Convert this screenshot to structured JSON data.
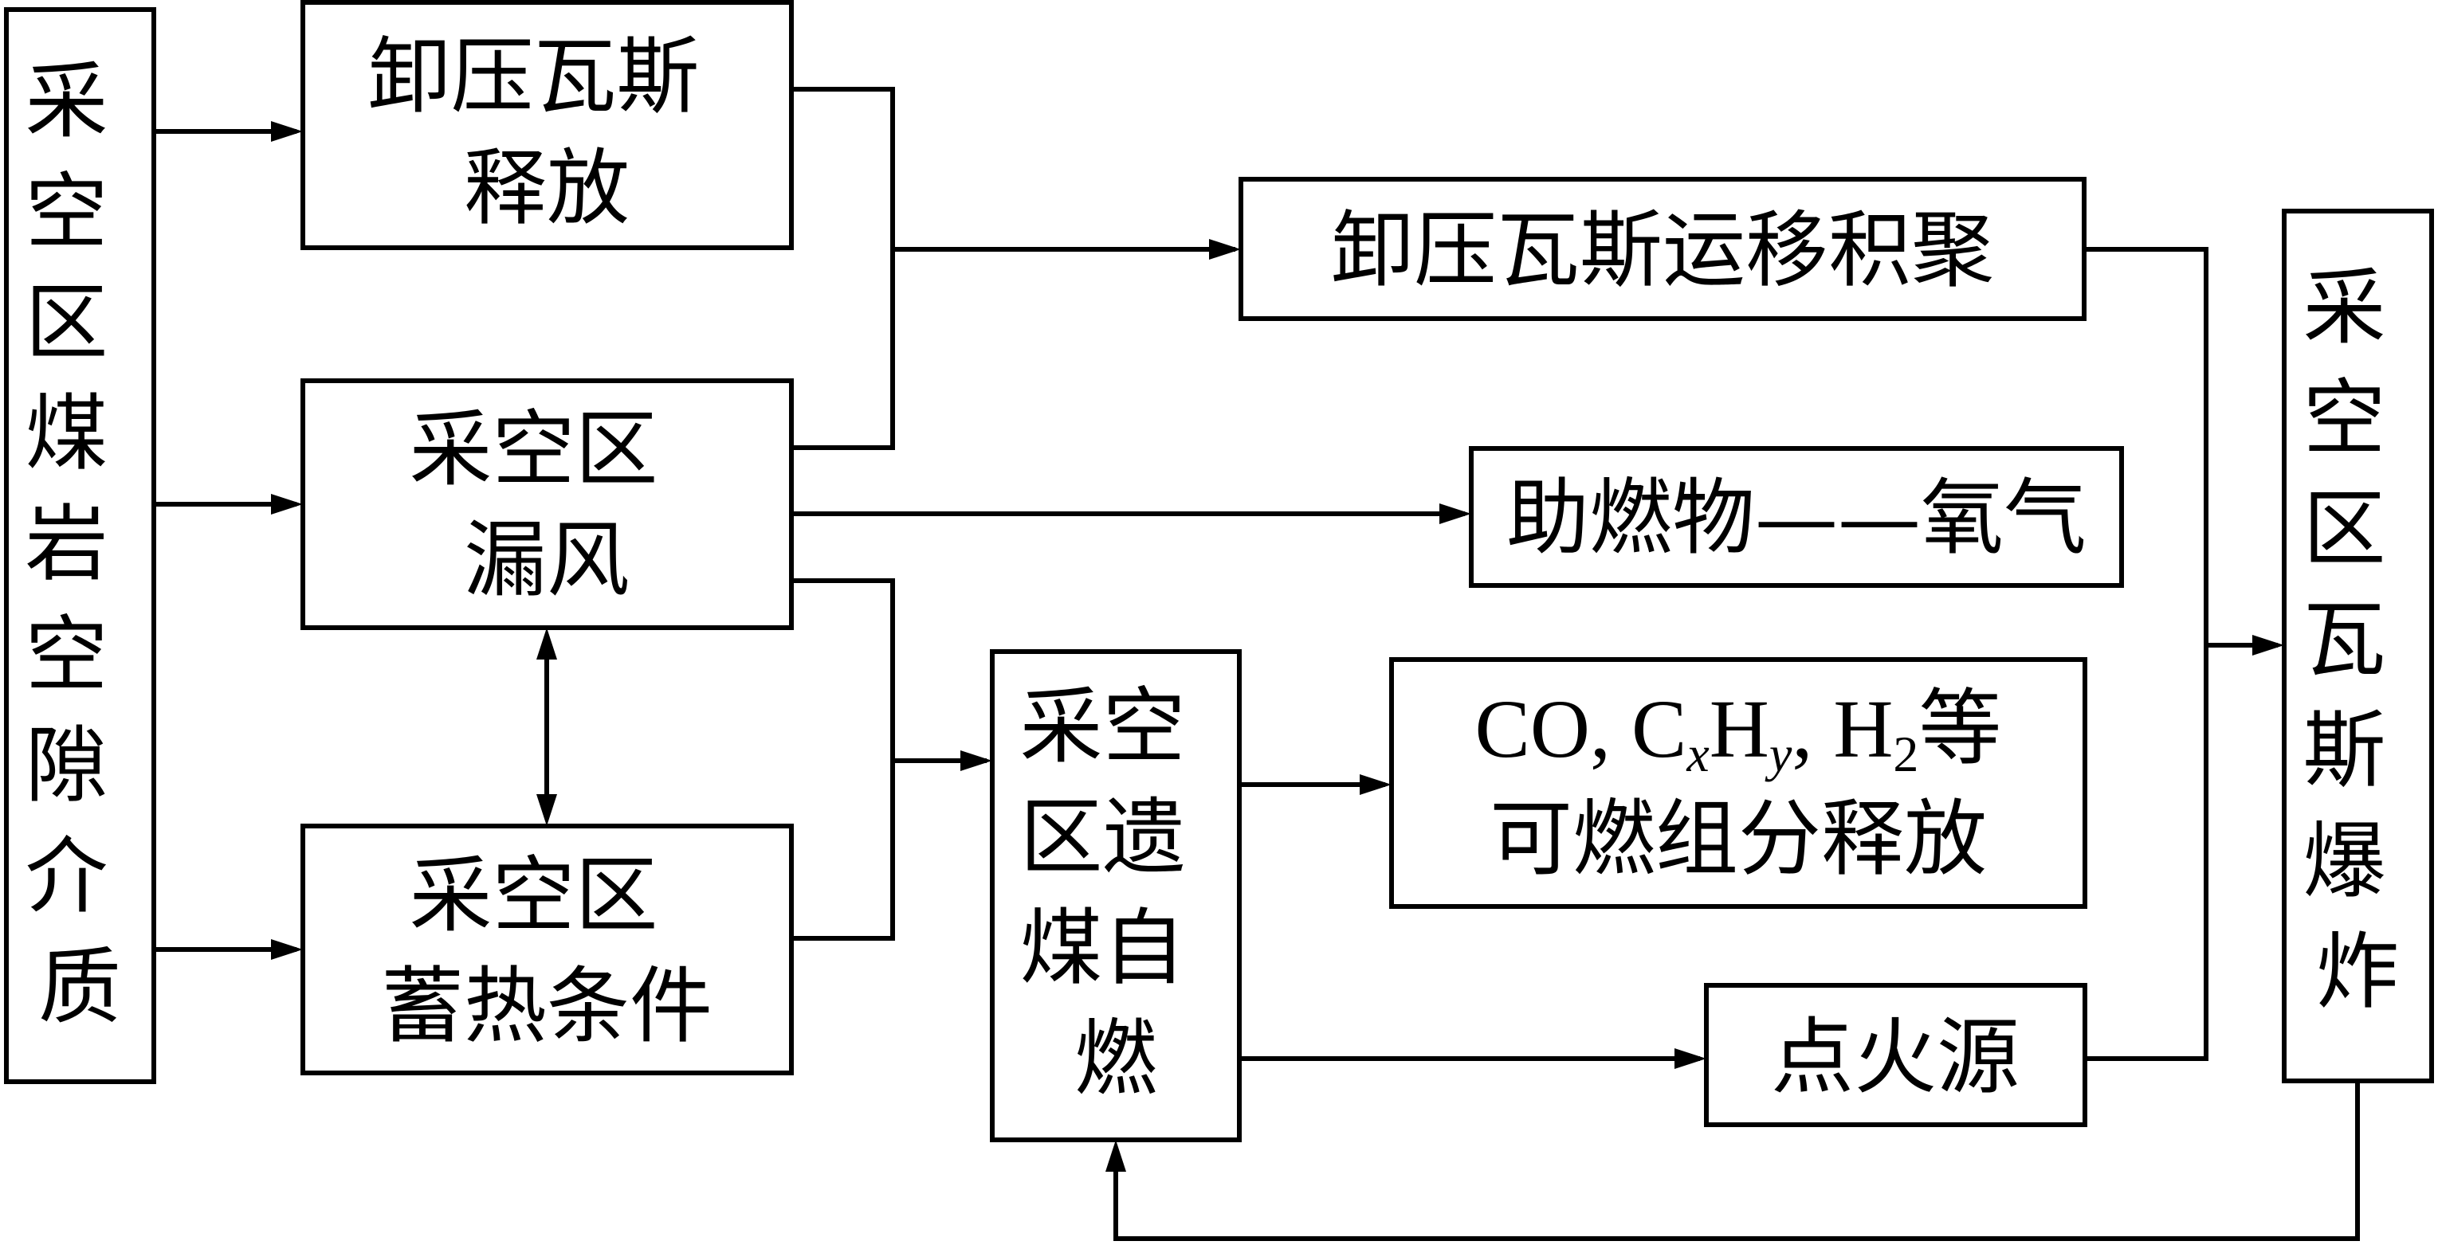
{
  "nodes": {
    "medium": {
      "lines": [
        "采",
        "空",
        "区",
        "煤",
        "岩",
        "空",
        "隙",
        "介",
        "质"
      ]
    },
    "pressure_relief": {
      "lines": [
        "卸压瓦斯",
        "释放"
      ]
    },
    "air_leak": {
      "lines": [
        "采空区",
        "漏风"
      ]
    },
    "heat": {
      "lines": [
        "采空区",
        "蓄热条件"
      ]
    },
    "gas_accum": {
      "lines": [
        "卸压瓦斯运移积聚"
      ]
    },
    "oxygen": {
      "lines": [
        "助燃物——氧气"
      ]
    },
    "spont": {
      "lines": [
        "采空",
        "区遗",
        "煤自",
        "燃"
      ]
    },
    "combustibles": {
      "line1": {
        "co": "CO, C",
        "x": "x",
        "h": "H",
        "y": "y",
        "sep": ", H",
        "two": "2",
        "tail": "等"
      },
      "line2": "可燃组分释放"
    },
    "ignition": {
      "lines": [
        "点火源"
      ]
    },
    "explosion": {
      "lines": [
        "采",
        "空",
        "区",
        "瓦",
        "斯",
        "爆",
        "炸"
      ]
    }
  },
  "colors": {
    "stroke": "#000000",
    "fill": "#ffffff"
  }
}
